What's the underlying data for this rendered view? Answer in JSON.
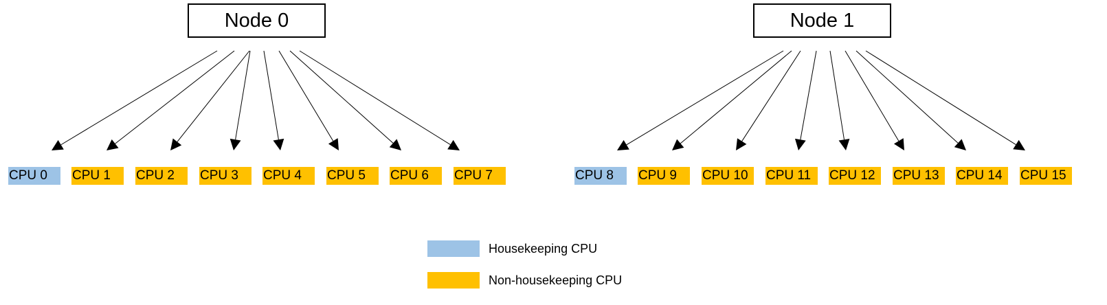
{
  "colors": {
    "housekeeping": "#9dc3e6",
    "non_housekeeping": "#ffc000",
    "arrow": "#000000"
  },
  "nodes": [
    {
      "label": "Node 0"
    },
    {
      "label": "Node 1"
    }
  ],
  "cpus": [
    {
      "label": "CPU 0",
      "node": 0,
      "type": "housekeeping"
    },
    {
      "label": "CPU 1",
      "node": 0,
      "type": "non_housekeeping"
    },
    {
      "label": "CPU 2",
      "node": 0,
      "type": "non_housekeeping"
    },
    {
      "label": "CPU 3",
      "node": 0,
      "type": "non_housekeeping"
    },
    {
      "label": "CPU 4",
      "node": 0,
      "type": "non_housekeeping"
    },
    {
      "label": "CPU 5",
      "node": 0,
      "type": "non_housekeeping"
    },
    {
      "label": "CPU 6",
      "node": 0,
      "type": "non_housekeeping"
    },
    {
      "label": "CPU 7",
      "node": 0,
      "type": "non_housekeeping"
    },
    {
      "label": "CPU 8",
      "node": 1,
      "type": "housekeeping"
    },
    {
      "label": "CPU 9",
      "node": 1,
      "type": "non_housekeeping"
    },
    {
      "label": "CPU 10",
      "node": 1,
      "type": "non_housekeeping"
    },
    {
      "label": "CPU 11",
      "node": 1,
      "type": "non_housekeeping"
    },
    {
      "label": "CPU 12",
      "node": 1,
      "type": "non_housekeeping"
    },
    {
      "label": "CPU 13",
      "node": 1,
      "type": "non_housekeeping"
    },
    {
      "label": "CPU 14",
      "node": 1,
      "type": "non_housekeeping"
    },
    {
      "label": "CPU 15",
      "node": 1,
      "type": "non_housekeeping"
    }
  ],
  "legend": {
    "housekeeping_label": "Housekeeping CPU",
    "non_housekeeping_label": "Non-housekeeping CPU"
  }
}
